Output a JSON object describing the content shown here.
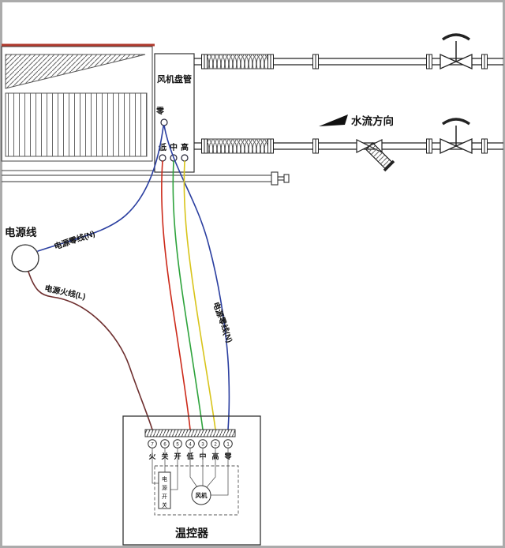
{
  "diagram": {
    "fan_coil_unit": {
      "label": "风机盘管",
      "neutral": "零",
      "low": "低",
      "mid": "中",
      "high": "高"
    },
    "flow": {
      "label": "水流方向"
    },
    "power": {
      "title": "电源线",
      "neutral_top": "电源零线(N)",
      "live": "电源火线(L)",
      "neutral_mid": "电源零线(N)"
    },
    "thermostat": {
      "title": "温控器",
      "numbers": [
        "7",
        "6",
        "5",
        "4",
        "3",
        "2",
        "1"
      ],
      "terminals": [
        "火",
        "关",
        "开",
        "低",
        "中",
        "高",
        "零"
      ],
      "switch_chars": [
        "电",
        "源",
        "开",
        "关"
      ],
      "fan": "风机"
    },
    "colors": {
      "unit_top": "#b03a2e",
      "wire_live": "#6e2f2f",
      "wire_blue": "#2b3fa0",
      "wire_red": "#cc2a1a",
      "wire_green": "#2ea33c",
      "wire_yellow": "#d8c41a",
      "line": "#333333"
    }
  }
}
